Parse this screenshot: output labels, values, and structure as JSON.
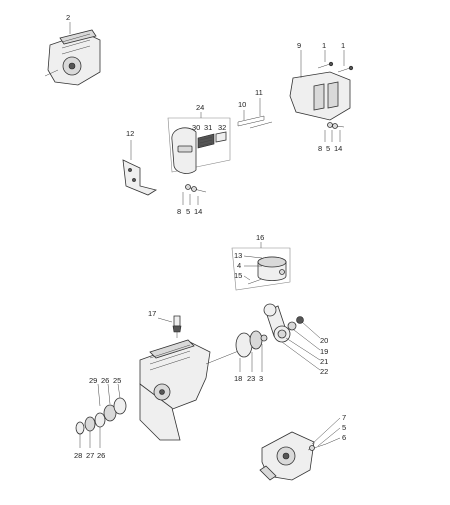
{
  "callouts": {
    "c2": "2",
    "c9": "9",
    "c1a": "1",
    "c1b": "1",
    "c8a": "8",
    "c5a": "5",
    "c14a": "14",
    "c24": "24",
    "c30": "30",
    "c31": "31",
    "c32": "32",
    "c10": "10",
    "c11": "11",
    "c12": "12",
    "c8b": "8",
    "c5b": "5",
    "c14b": "14",
    "c16": "16",
    "c13": "13",
    "c4": "4",
    "c15": "15",
    "c17": "17",
    "c20": "20",
    "c19": "19",
    "c21": "21",
    "c22": "22",
    "c18": "18",
    "c23": "23",
    "c3": "3",
    "c29": "29",
    "c26a": "26",
    "c25": "25",
    "c28": "28",
    "c27": "27",
    "c26b": "26",
    "c7": "7",
    "c5c": "5",
    "c6": "6"
  }
}
